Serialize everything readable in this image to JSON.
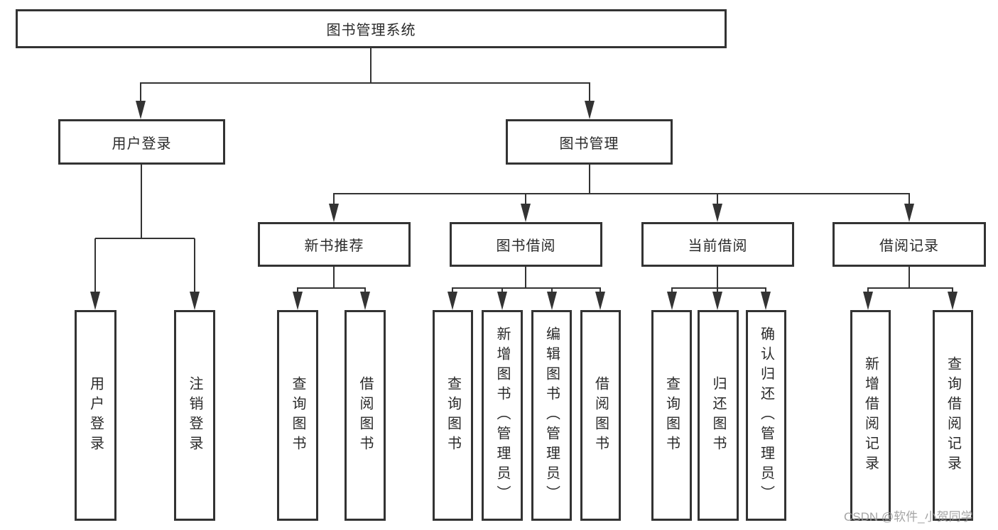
{
  "diagram": {
    "root": {
      "label": "图书管理系统"
    },
    "level2": [
      {
        "label": "用户登录"
      },
      {
        "label": "图书管理"
      }
    ],
    "level3": [
      {
        "label": "新书推荐"
      },
      {
        "label": "图书借阅"
      },
      {
        "label": "当前借阅"
      },
      {
        "label": "借阅记录"
      }
    ],
    "leaves": [
      {
        "label": "用户登录"
      },
      {
        "label": "注销登录"
      },
      {
        "label": "查询图书"
      },
      {
        "label": "借阅图书"
      },
      {
        "label": "查询图书"
      },
      {
        "label": "新增图书（管理员）"
      },
      {
        "label": "编辑图书（管理员）"
      },
      {
        "label": "借阅图书"
      },
      {
        "label": "查询图书"
      },
      {
        "label": "归还图书"
      },
      {
        "label": "确认归还（管理员）"
      },
      {
        "label": "新增借阅记录"
      },
      {
        "label": "查询借阅记录"
      }
    ]
  },
  "watermark": {
    "text": "CSDN @软件_小贺同学"
  },
  "colors": {
    "line": "#333333",
    "text": "#2a2a2a",
    "watermark": "#9b9b9b",
    "background": "#ffffff"
  }
}
